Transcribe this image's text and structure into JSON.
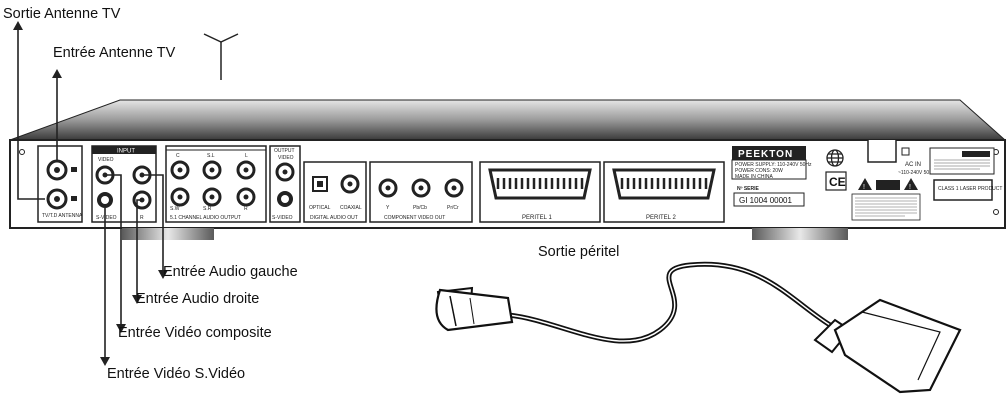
{
  "labels": {
    "sortie_antenne_tv": "Sortie Antenne TV",
    "entree_antenne_tv": "Entrée Antenne TV",
    "sortie_peritel": "Sortie péritel",
    "entree_audio_gauche": "Entrée Audio gauche",
    "entree_audio_droite": "Entrée Audio droite",
    "entree_video_composite": "Entrée Vidéo composite",
    "entree_video_svideo": "Entrée Vidéo S.Vidéo"
  },
  "panel": {
    "brand": "PEEKTON",
    "tv_antenna": "TV/T.D ANTENNA",
    "input": "INPUT",
    "video": "VIDEO",
    "s_video_in": "S-VIDEO",
    "r": "R",
    "ch_c": "C",
    "ch_sl": "S.L",
    "ch_l": "L",
    "ch_sw": "S.W",
    "ch_sr": "S.R",
    "ch_r": "R",
    "audio_51": "5.1 CHANNEL AUDIO OUTPUT",
    "output": "OUTPUT",
    "output_video": "VIDEO",
    "s_video_out": "S-VIDEO",
    "optical": "OPTICAL",
    "coaxial": "COAXIAL",
    "digital_audio_out": "DIGITAL AUDIO OUT",
    "y": "Y",
    "pb": "Pb/Cb",
    "pr": "Pr/Cr",
    "component_video_out": "COMPONENT VIDEO OUT",
    "peritel1": "PERITEL 1",
    "peritel2": "PERITEL 2",
    "power_supply": "POWER SUPPLY: 110-240V 50Hz",
    "power_cons": "POWER CONS: 20W",
    "made_in": "MADE IN CHINA",
    "serial_label": "Nº SERIE",
    "serial": "GI  1004  00001",
    "ac_in": "AC IN",
    "ac_spec": "~110-240V 50Hz",
    "ce": "CE",
    "class_laser": "CLASS 1 LASER PRODUCT"
  }
}
